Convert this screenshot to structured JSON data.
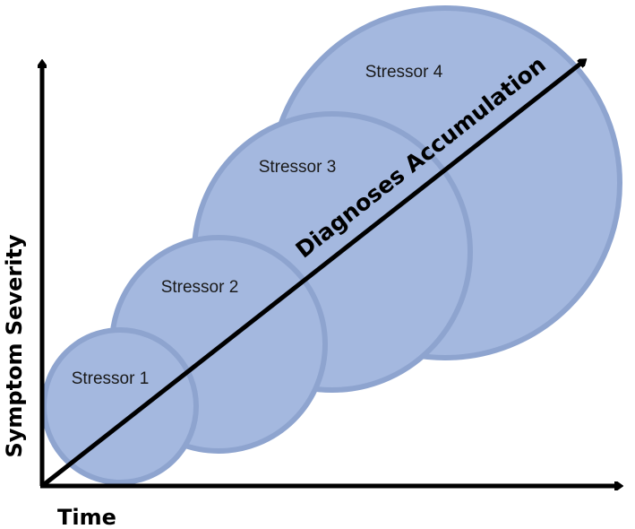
{
  "axes": {
    "x_label": "Time",
    "y_label": "Symptom Severity"
  },
  "stressors": [
    {
      "label": "Stressor 1"
    },
    {
      "label": "Stressor 2"
    },
    {
      "label": "Stressor 3"
    },
    {
      "label": "Stressor 4"
    }
  ],
  "trend": {
    "label": "Diagnoses Accumulation"
  },
  "colors": {
    "circle_fill": "#a4b8df",
    "circle_stroke": "#8ea4cf",
    "axis": "#000000",
    "text": "#1a1a1a"
  }
}
